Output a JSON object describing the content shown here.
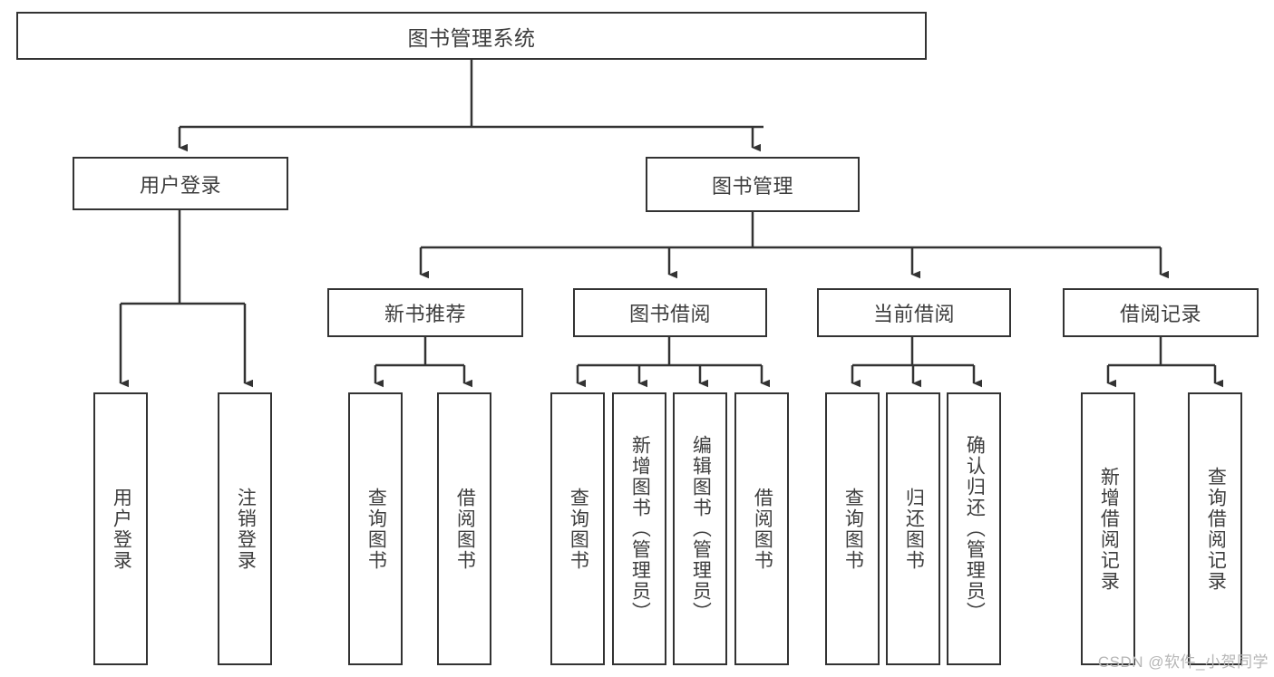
{
  "diagram": {
    "title": "图书管理系统",
    "type": "tree-hierarchy-chart",
    "line_color": "#333333",
    "text_color": "#3d3d3d",
    "background": "#ffffff"
  },
  "root": {
    "label": "图书管理系统"
  },
  "level2": [
    {
      "label": "用户登录"
    },
    {
      "label": "图书管理"
    }
  ],
  "level3": [
    {
      "label": "新书推荐"
    },
    {
      "label": "图书借阅"
    },
    {
      "label": "当前借阅"
    },
    {
      "label": "借阅记录"
    }
  ],
  "leaves": {
    "user_login": [
      {
        "label": "用户登录"
      },
      {
        "label": "注销登录"
      }
    ],
    "new_book_recommend": [
      {
        "label": "查询图书"
      },
      {
        "label": "借阅图书"
      }
    ],
    "book_borrow": [
      {
        "label": "查询图书"
      },
      {
        "label": "新增图书（管理员）"
      },
      {
        "label": "编辑图书（管理员）"
      },
      {
        "label": "借阅图书"
      }
    ],
    "current_borrow": [
      {
        "label": "查询图书"
      },
      {
        "label": "归还图书"
      },
      {
        "label": "确认归还（管理员）"
      }
    ],
    "borrow_record": [
      {
        "label": "新增借阅记录"
      },
      {
        "label": "查询借阅记录"
      }
    ]
  },
  "watermark": {
    "text": "CSDN @软件_小贺同学"
  }
}
